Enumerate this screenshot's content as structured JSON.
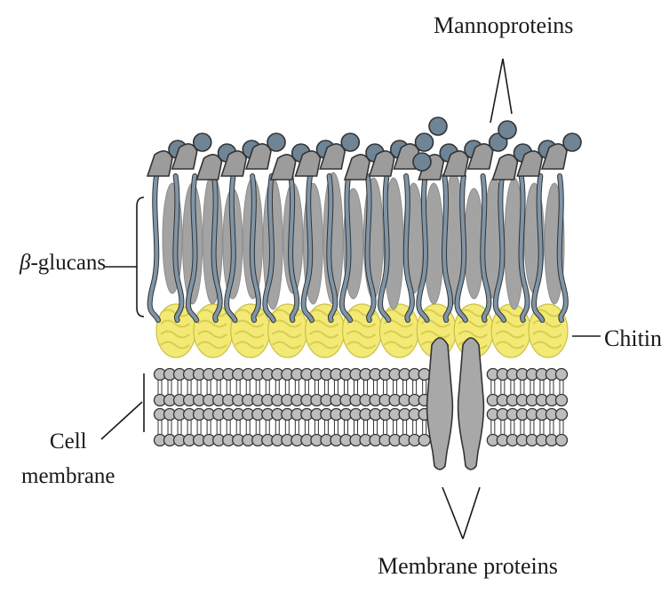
{
  "labels": {
    "mannoproteins": "Mannoproteins",
    "beta_glucans_symbol": "β",
    "beta_glucans_text": "-glucans",
    "chitin": "Chitin",
    "cell_line1": "Cell",
    "cell_line2": "membrane",
    "membrane_proteins": "Membrane proteins"
  },
  "colors": {
    "mannoprotein_ball": "#6f8596",
    "mannoprotein_cap": "#9c9c9c",
    "glucan_strand": "#7f95a8",
    "glucan_ellipse": "#a3a3a3",
    "chitin": "#f2ea74",
    "lipid_head": "#bdbdbd",
    "membrane_protein": "#a8a8a8",
    "outline": "#333333"
  }
}
